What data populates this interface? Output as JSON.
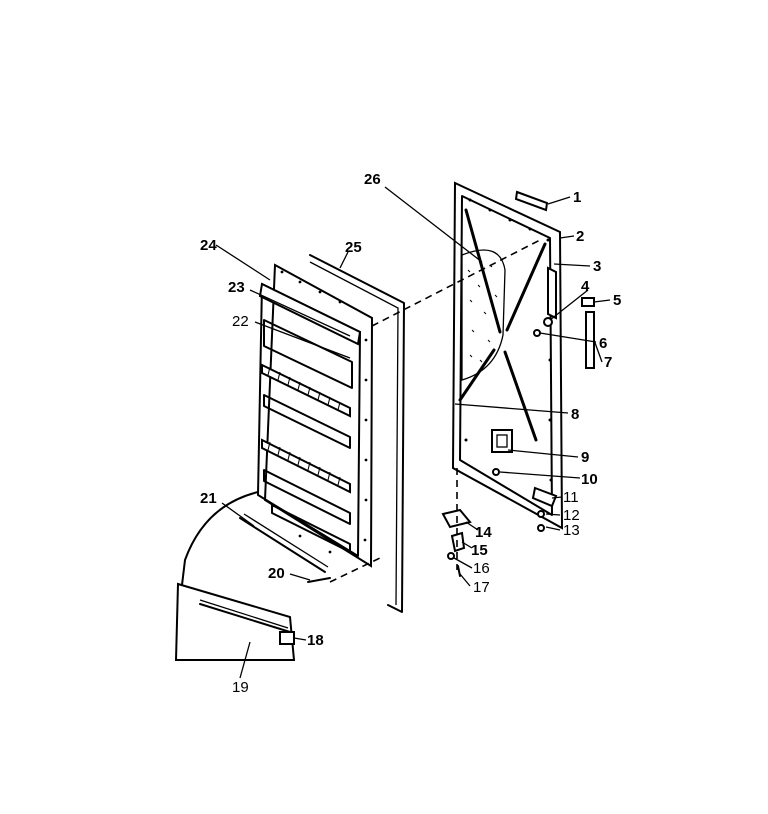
{
  "callouts": [
    {
      "id": "c1",
      "text": "1"
    },
    {
      "id": "c2",
      "text": "2"
    },
    {
      "id": "c3",
      "text": "3"
    },
    {
      "id": "c4",
      "text": "4"
    },
    {
      "id": "c5",
      "text": "5"
    },
    {
      "id": "c6",
      "text": "6"
    },
    {
      "id": "c7",
      "text": "7"
    },
    {
      "id": "c8",
      "text": "8"
    },
    {
      "id": "c9",
      "text": "9"
    },
    {
      "id": "c10",
      "text": "10"
    },
    {
      "id": "c11",
      "text": "11"
    },
    {
      "id": "c12",
      "text": "12"
    },
    {
      "id": "c13",
      "text": "13"
    },
    {
      "id": "c14",
      "text": "14"
    },
    {
      "id": "c15",
      "text": "15"
    },
    {
      "id": "c16",
      "text": "16"
    },
    {
      "id": "c17",
      "text": "17"
    },
    {
      "id": "c18",
      "text": "18"
    },
    {
      "id": "c19",
      "text": "19"
    },
    {
      "id": "c20",
      "text": "20"
    },
    {
      "id": "c21",
      "text": "21"
    },
    {
      "id": "c22",
      "text": "22"
    },
    {
      "id": "c23",
      "text": "23"
    },
    {
      "id": "c24",
      "text": "24"
    },
    {
      "id": "c25",
      "text": "25"
    },
    {
      "id": "c26",
      "text": "26"
    }
  ]
}
